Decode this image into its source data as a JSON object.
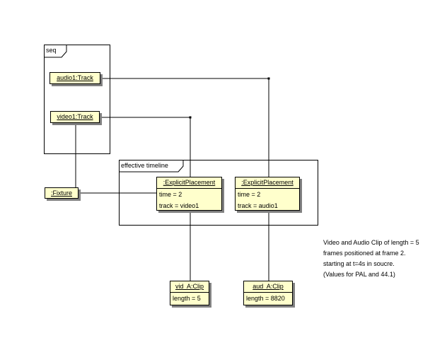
{
  "frames": {
    "seq": {
      "label": "seq"
    },
    "timeline": {
      "label": "effective timeline"
    }
  },
  "objects": {
    "audio_track": {
      "name": "audio1:Track"
    },
    "video_track": {
      "name": "video1:Track"
    },
    "fixture": {
      "name": ":Fixture"
    },
    "placement_video": {
      "name": ":ExplicitPlacement",
      "attrs": [
        "time = 2",
        "track = video1"
      ]
    },
    "placement_audio": {
      "name": ":ExplicitPlacement",
      "attrs": [
        "time = 2",
        "track = audio1"
      ]
    },
    "vid_clip": {
      "name": "vid  A:Clip",
      "attrs": [
        "length = 5"
      ]
    },
    "aud_clip": {
      "name": "aud  A:Clip",
      "attrs": [
        "length = 8820"
      ]
    }
  },
  "note": {
    "lines": [
      "Video and Audio Clip of length = 5",
      "frames positioned at frame 2.",
      "starting at t=4s in soucre.",
      "(Values for PAL and 44.1)"
    ]
  },
  "colors": {
    "object_fill": "#ffffcc",
    "shadow": "#808080",
    "line": "#000000"
  }
}
